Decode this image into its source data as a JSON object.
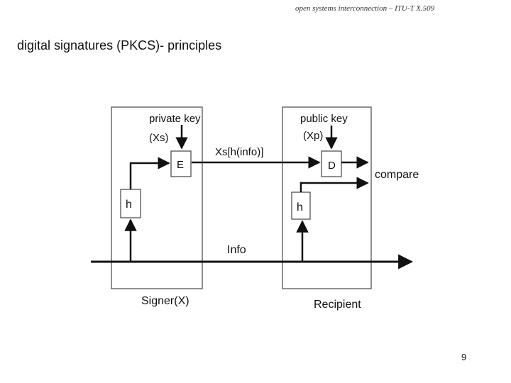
{
  "slide": {
    "header": "open systems interconnection – ITU-T X.509",
    "title": "digital signatures (PKCS)- principles",
    "page_number": "9"
  },
  "diagram": {
    "signer": {
      "box_label": "Signer(X)",
      "key_label_line1": "private key",
      "key_label_line2": "(Xs)",
      "encrypt_label": "E",
      "hash_label": "h"
    },
    "recipient": {
      "box_label": "Recipient",
      "key_label_line1": "public key",
      "key_label_line2": "(Xp)",
      "decrypt_label": "D",
      "hash_label": "h"
    },
    "signature_label": "Xs[h(info)]",
    "info_label": "Info",
    "compare_label": "compare"
  }
}
